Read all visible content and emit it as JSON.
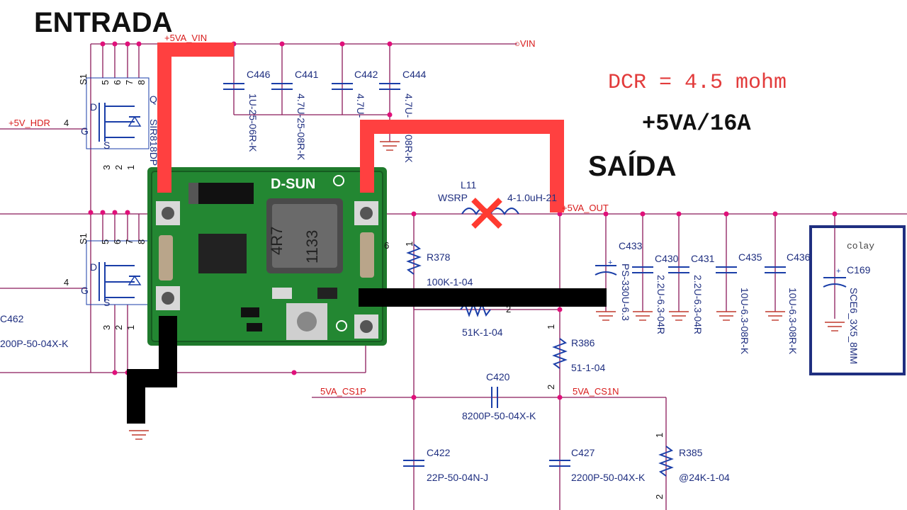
{
  "headings": {
    "input": "ENTRADA",
    "output": "SAÍDA",
    "dcr": "DCR = 4.5 mohm",
    "rating": "+5VA/16A"
  },
  "nets": {
    "vin_rail": "+5VA_VIN",
    "vin": "VIN",
    "hdr": "+5V_HDR",
    "vout": "+5VA_OUT",
    "cs1p": "5VA_CS1P",
    "cs1n": "5VA_CS1N"
  },
  "input_caps": [
    {
      "ref": "C446",
      "value": "1U-25-06R-K"
    },
    {
      "ref": "C441",
      "value": "4.7U-25-08R-K"
    },
    {
      "ref": "C442",
      "value": "4.7U-"
    },
    {
      "ref": "C444",
      "value": "4.7U-"
    }
  ],
  "input_caps_extra": "08R-K",
  "inductor": {
    "ref": "L11",
    "value": "WSRP",
    "value_tail": "4-1.0uH-21"
  },
  "output_caps": [
    {
      "ref": "C433",
      "value": "PS-330U-6.3"
    },
    {
      "ref": "C430",
      "value": "2.2U-6.3-04R"
    },
    {
      "ref": "C431",
      "value": "2.2U-6.3-04R"
    },
    {
      "ref": "C435",
      "value": "10U-6.3-08R-K"
    },
    {
      "ref": "C436",
      "value": "10U-6.3-08R-K"
    }
  ],
  "colay": {
    "title": "colay",
    "ref": "C169",
    "value": "SCE6_3X5_8MM"
  },
  "resistors": {
    "r378": {
      "ref": "R378",
      "value": "100K-1-04"
    },
    "r_mid": {
      "value": "51K-1-04"
    },
    "r386": {
      "ref": "R386",
      "value": "51-1-04"
    },
    "r385": {
      "ref": "R385",
      "value": "@24K-1-04"
    }
  },
  "bottom_caps": {
    "c420": {
      "ref": "C420",
      "value": "8200P-50-04X-K"
    },
    "c422": {
      "ref": "C422",
      "value": "22P-50-04N-J"
    },
    "c427": {
      "ref": "C427",
      "value": "2200P-50-04X-K"
    }
  },
  "left_parts": {
    "cap_partial_ref": "C462",
    "cap_partial_value": "200P-50-04X-K",
    "q_label": "Q",
    "q_part_partial": "SIR818DP"
  },
  "pin_labels": {
    "s1": "S1",
    "d": "D",
    "g": "G",
    "s": "S",
    "p1": "1",
    "p2": "2",
    "p3": "3",
    "p4": "4",
    "p5": "5",
    "p6": "6",
    "p7": "7",
    "p8": "8"
  },
  "module": {
    "brand": "D-SUN",
    "inductor_mark_1": "4R7",
    "inductor_mark_2": "1133"
  },
  "colors": {
    "wire": "#8b1a5a",
    "junction": "#e0107a",
    "component": "#1a3ea8",
    "net_label": "#d81b1b",
    "highlight_red": "#ff4040",
    "highlight_black": "#000000",
    "pcb_green": "#1f7a2c"
  }
}
